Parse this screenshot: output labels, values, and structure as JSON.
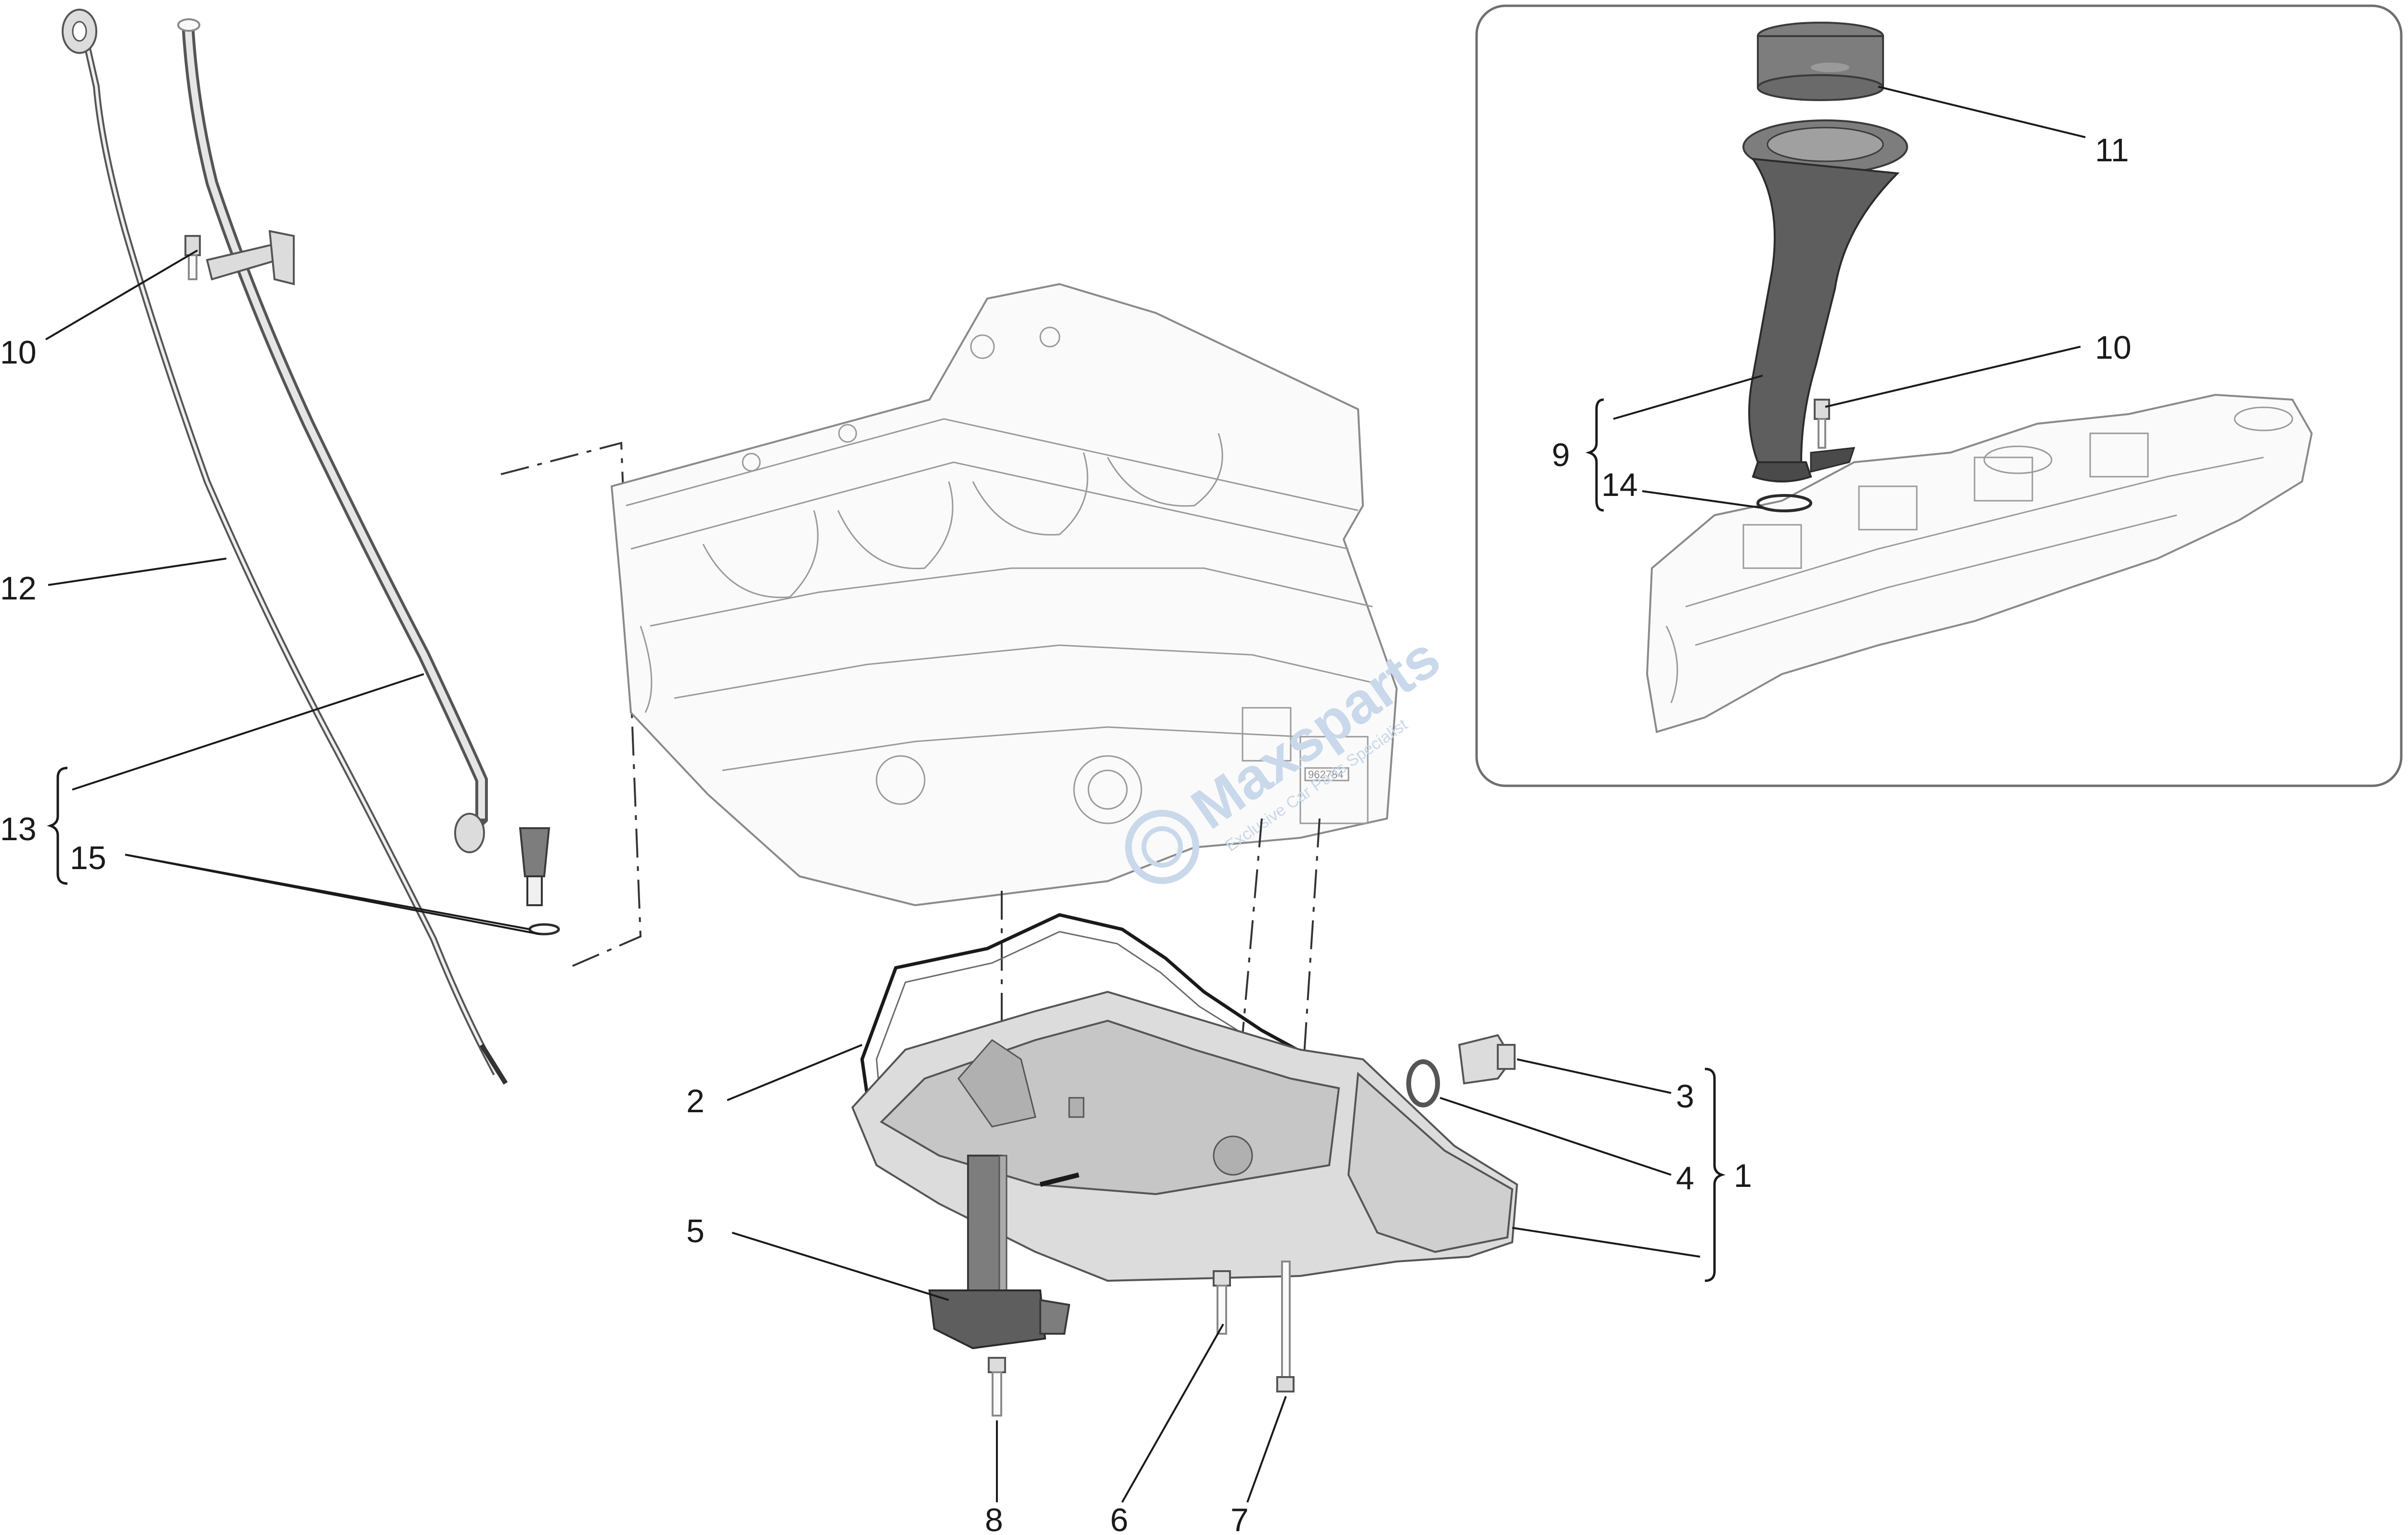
{
  "callouts": {
    "c1": "1",
    "c2": "2",
    "c3": "3",
    "c4": "4",
    "c5": "5",
    "c6": "6",
    "c7": "7",
    "c8": "8",
    "c9": "9",
    "c10_left": "10",
    "c10_inset": "10",
    "c11": "11",
    "c12": "12",
    "c13": "13",
    "c14": "14",
    "c15": "15"
  },
  "watermark": {
    "brand": "Maxsparts",
    "tagline": "Exclusive Car Parts Specialist"
  },
  "engine_block_marking": "962784",
  "colors": {
    "line": "#1a1a1a",
    "part_dark": "#7d7d7d",
    "watermark": "#c9d8ea"
  }
}
